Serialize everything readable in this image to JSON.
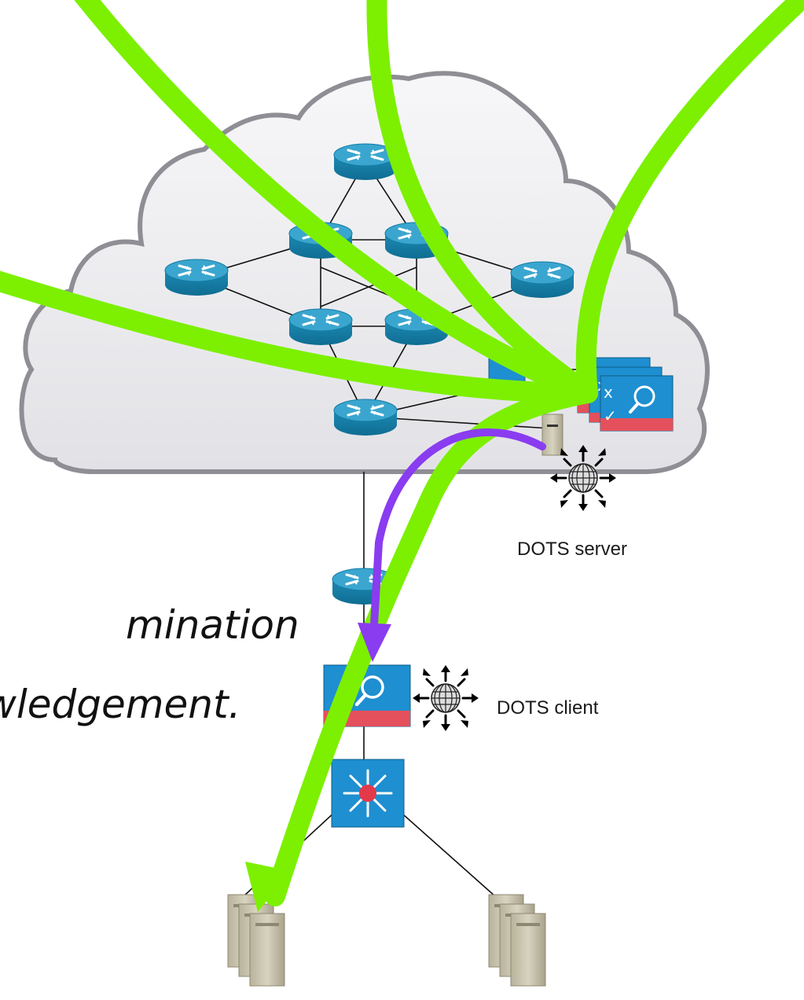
{
  "labels": {
    "dots_server": "DOTS server",
    "dots_client": "DOTS client"
  },
  "caption": {
    "line1": "mination",
    "line2": "wledgement."
  },
  "colors": {
    "attack_traffic": "#7cf000",
    "signal_channel": "#8a3cf0",
    "router": "#1f8fb8",
    "cloud_fill": "#ececf0",
    "mitigator": "#1e8fd0",
    "server": "#c9c4b0"
  },
  "icons": [
    "router-icon",
    "cloud-icon",
    "mitigator-icon",
    "dots-agent-icon",
    "layer3-switch-icon",
    "server-stack-icon",
    "management-server-icon"
  ]
}
